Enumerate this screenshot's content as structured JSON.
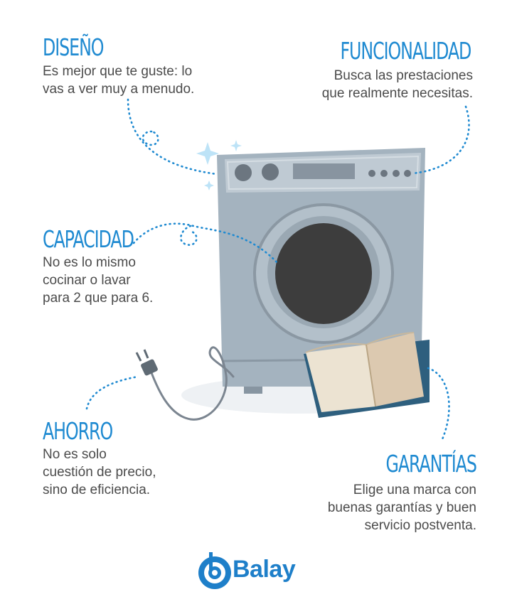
{
  "sections": {
    "diseno": {
      "title": "DISEÑO",
      "lines": [
        "Es mejor que te guste: lo",
        "vas a ver muy a menudo."
      ]
    },
    "funcionalidad": {
      "title": "FUNCIONALIDAD",
      "lines": [
        "Busca las prestaciones",
        "que realmente necesitas."
      ]
    },
    "capacidad": {
      "title": "CAPACIDAD",
      "lines": [
        "No es lo mismo",
        "cocinar o lavar",
        "para 2 que para 6."
      ]
    },
    "ahorro": {
      "title": "AHORRO",
      "lines": [
        "No es solo",
        "cuestión de precio,",
        "sino de eficiencia."
      ]
    },
    "garantias": {
      "title": "GARANTÍAS",
      "lines": [
        "Elige una marca con",
        "buenas garantías y buen",
        "servicio postventa."
      ]
    }
  },
  "brand": {
    "name": "Balay"
  },
  "colors": {
    "accent_blue": "#1f8ad1",
    "text_gray": "#4b4b4b",
    "machine_body": "#a4b3bf",
    "machine_dark": "#3d3d3d",
    "book_cover": "#2e5f7e",
    "book_pages": "#e8dcc8",
    "logo_blue": "#1e7fc9"
  },
  "icons": [
    "washing-machine-icon",
    "power-plug-icon",
    "open-book-icon",
    "sparkle-icon",
    "balay-logo-icon"
  ]
}
